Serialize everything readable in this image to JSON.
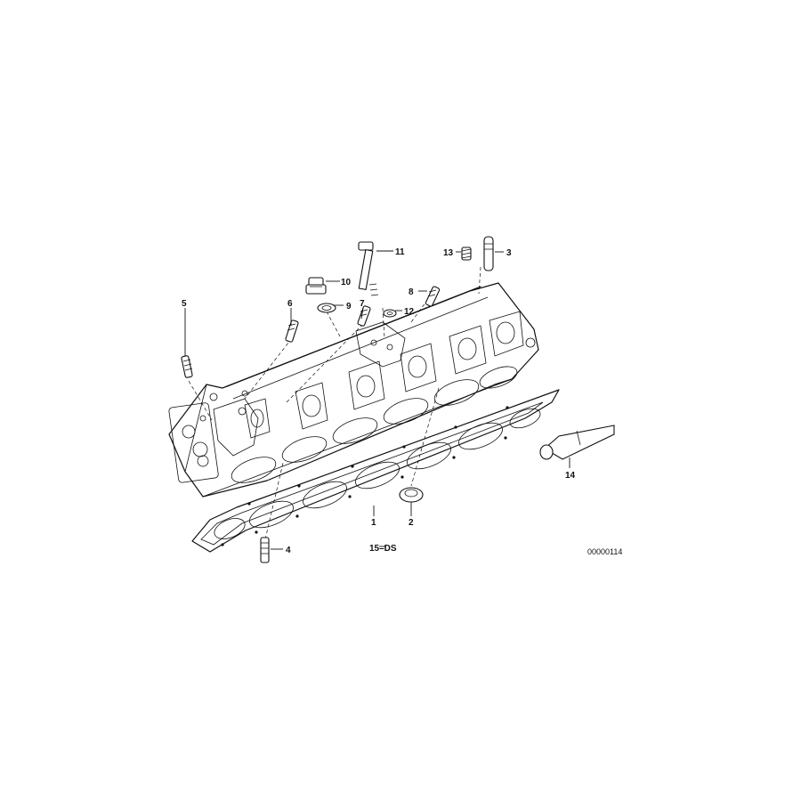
{
  "diagram": {
    "callouts": [
      "1",
      "2",
      "3",
      "4",
      "5",
      "6",
      "7",
      "8",
      "9",
      "10",
      "11",
      "12",
      "13",
      "14"
    ],
    "group_label": "15–DS",
    "image_code": "00000114"
  },
  "parts": [
    {
      "id": "1",
      "icon": "cylinder-head-gasket"
    },
    {
      "id": "2",
      "icon": "sealing-ring"
    },
    {
      "id": "3",
      "icon": "stud-bolt"
    },
    {
      "id": "4",
      "icon": "stud-bolt"
    },
    {
      "id": "5",
      "icon": "stud-bolt"
    },
    {
      "id": "6",
      "icon": "stud-bolt"
    },
    {
      "id": "7",
      "icon": "stud-bolt"
    },
    {
      "id": "8",
      "icon": "stud-bolt"
    },
    {
      "id": "9",
      "icon": "gasket-ring"
    },
    {
      "id": "10",
      "icon": "screw-plug"
    },
    {
      "id": "11",
      "icon": "hex-bolt"
    },
    {
      "id": "12",
      "icon": "washer"
    },
    {
      "id": "13",
      "icon": "threaded-insert"
    },
    {
      "id": "14",
      "icon": "sealant-tube"
    }
  ]
}
